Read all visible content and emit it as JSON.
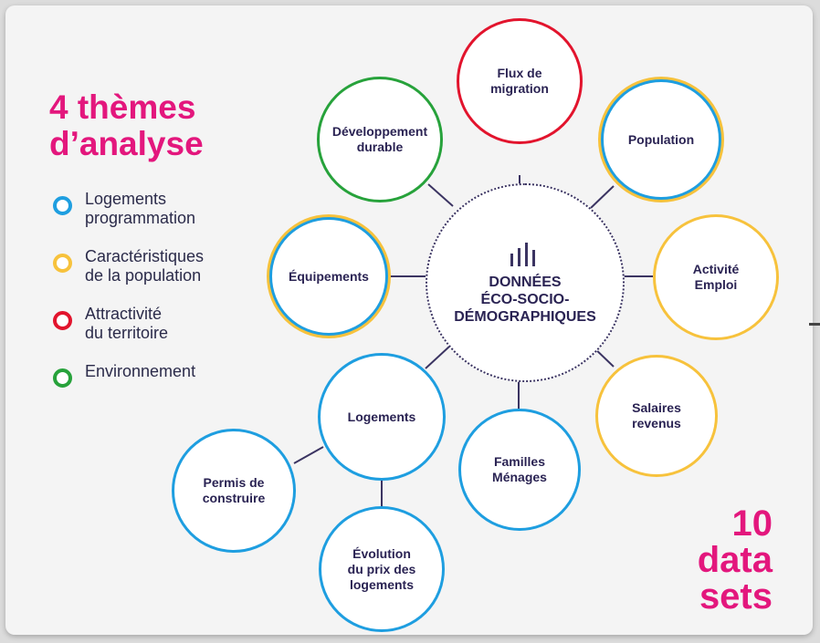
{
  "title": {
    "line1": "4 thèmes",
    "line2": "d’analyse"
  },
  "legend": [
    {
      "line1": "Logements",
      "line2": "programmation",
      "color": "#1e9ee0",
      "icon": "blue-ring-icon"
    },
    {
      "line1": "Caractéristiques",
      "line2": "de la population",
      "color": "#f7c23c",
      "icon": "yellow-ring-icon"
    },
    {
      "line1": "Attractivité",
      "line2": "du territoire",
      "color": "#e2142d",
      "icon": "red-ring-icon"
    },
    {
      "line1": "Environnement",
      "line2": "",
      "color": "#27a23b",
      "icon": "green-ring-icon"
    }
  ],
  "center": {
    "line1": "DONNÉES",
    "line2": "ÉCO-SOCIO-",
    "line3": "DÉMOGRAPHIQUES",
    "icon": "bar-chart-icon"
  },
  "nodes": {
    "flux": {
      "line1": "Flux de",
      "line2": "migration",
      "theme": "red"
    },
    "population": {
      "line1": "Population",
      "line2": "",
      "theme": "blue+yellow"
    },
    "activite": {
      "line1": "Activité",
      "line2": "Emploi",
      "theme": "yellow"
    },
    "salaires": {
      "line1": "Salaires",
      "line2": "revenus",
      "theme": "yellow"
    },
    "familles": {
      "line1": "Familles",
      "line2": "Ménages",
      "theme": "blue"
    },
    "logements": {
      "line1": "Logements",
      "line2": "",
      "theme": "blue"
    },
    "permis": {
      "line1": "Permis de",
      "line2": "construire",
      "theme": "blue"
    },
    "evolution": {
      "line1": "Évolution",
      "line2": "du prix des",
      "line3": "logements",
      "theme": "blue"
    },
    "equipements": {
      "line1": "Équipements",
      "line2": "",
      "theme": "blue+yellow"
    },
    "developpement": {
      "line1": "Développement",
      "line2": "durable",
      "theme": "green"
    }
  },
  "datasets": {
    "line1": "10",
    "line2": "data",
    "line3": "sets"
  },
  "colors": {
    "accent": "#e3177d",
    "blue": "#1e9ee0",
    "yellow": "#f7c23c",
    "red": "#e2142d",
    "green": "#27a23b",
    "text": "#2a2353"
  }
}
